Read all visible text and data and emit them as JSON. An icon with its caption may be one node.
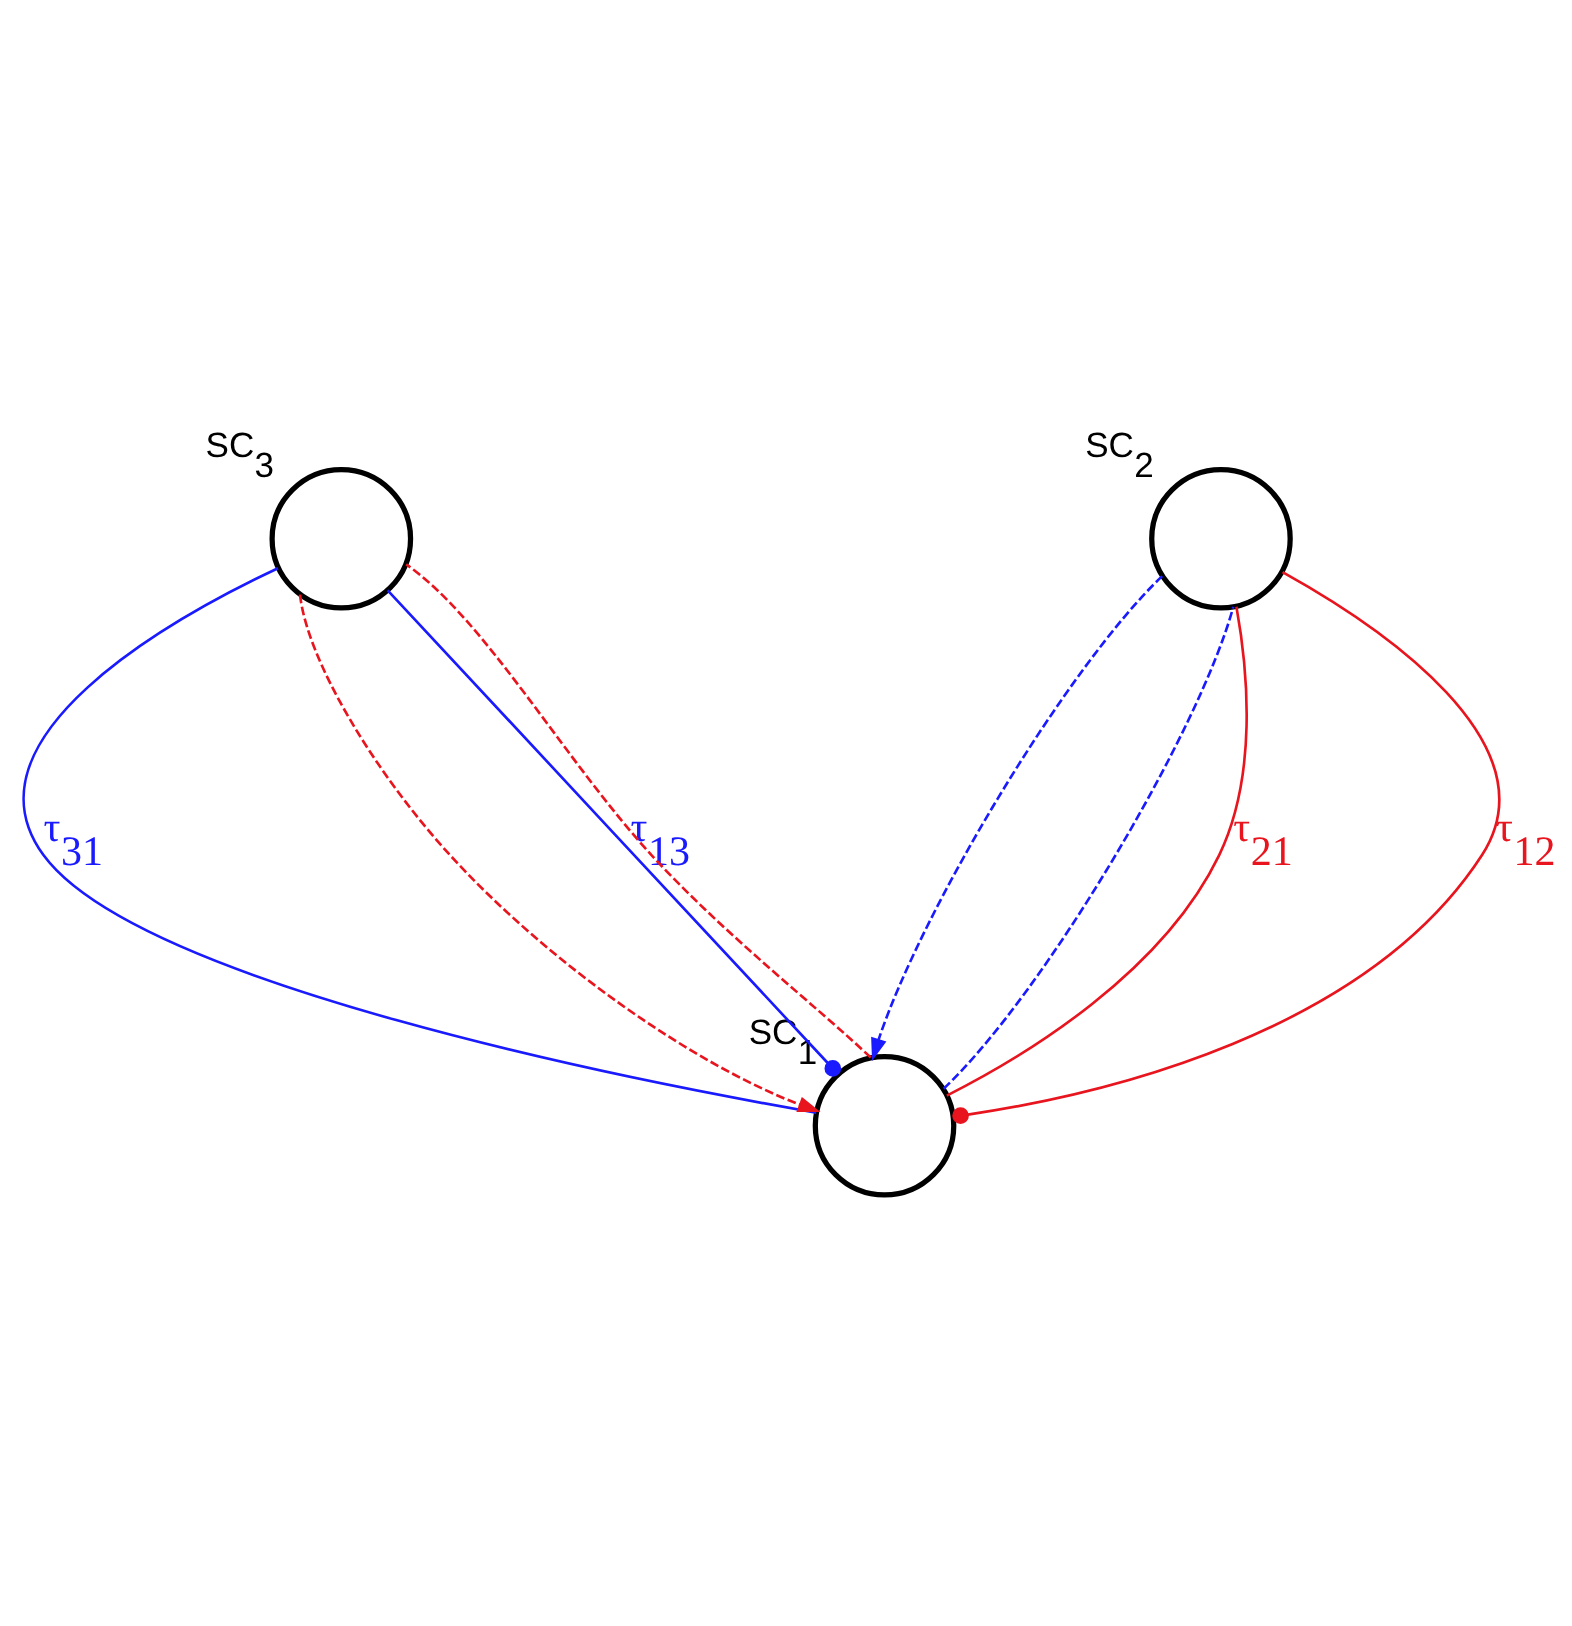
{
  "diagram": {
    "nodes": [
      {
        "text": [],
        "shape": "circle",
        "beside": [
          "SC$_{3}$"
        ]
      },
      {
        "text": [],
        "shape": "circle",
        "beside": [
          "SC$_{2}$"
        ]
      },
      {
        "text": [],
        "shape": "circle",
        "beside": [
          "SC$_{1}$"
        ]
      }
    ],
    "edges": [
      {
        "from": 2,
        "to": 0,
        "arrow": "other",
        "label": "τ$_{13}$",
        "color": "#1a1aff"
      },
      {
        "from": 0,
        "to": 2,
        "arrow": "none",
        "label": "τ$_{31}$",
        "color": "#1a1aff"
      },
      {
        "from": 2,
        "to": 1,
        "arrow": "none",
        "style": "dashed",
        "color": "#1a1aff"
      },
      {
        "from": 1,
        "to": 2,
        "arrow": "to",
        "style": "dashed",
        "color": "#1a1aff"
      },
      {
        "from": 2,
        "to": 1,
        "arrow": "other",
        "label": "τ$_{12}$",
        "color": "#e8141e"
      },
      {
        "from": 1,
        "to": 2,
        "arrow": "none",
        "label": "τ$_{21}$",
        "color": "#e8141e"
      },
      {
        "from": 2,
        "to": 0,
        "arrow": "none",
        "style": "dashed",
        "color": "#e8141e"
      },
      {
        "from": 0,
        "to": 2,
        "arrow": "to",
        "style": "dashed",
        "color": "#e8141e"
      }
    ]
  }
}
